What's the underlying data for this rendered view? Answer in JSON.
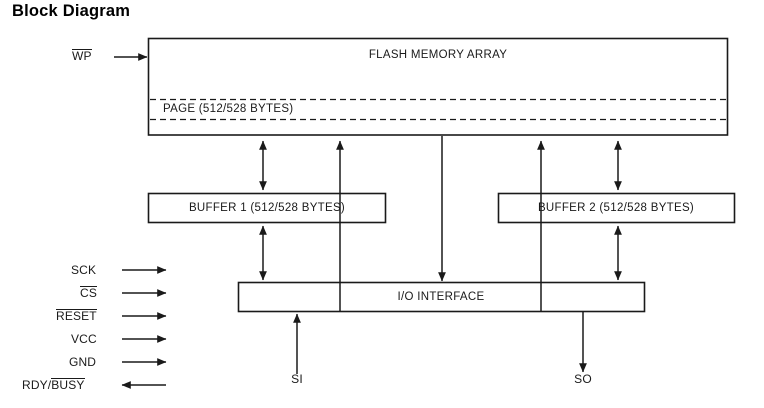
{
  "title": "Block Diagram",
  "blocks": {
    "flash_array": {
      "label": "FLASH MEMORY ARRAY",
      "page_band_label": "PAGE (512/528 BYTES)"
    },
    "buffer1": {
      "label": "BUFFER 1 (512/528 BYTES)"
    },
    "buffer2": {
      "label": "BUFFER 2 (512/528 BYTES)"
    },
    "io_interface": {
      "label": "I/O INTERFACE"
    }
  },
  "signals": {
    "top": [
      {
        "name": "wp",
        "text": "WP",
        "overline": true,
        "direction": "in"
      }
    ],
    "left": [
      {
        "name": "sck",
        "text": "SCK",
        "overline": false,
        "direction": "in"
      },
      {
        "name": "cs",
        "text": "CS",
        "overline": true,
        "direction": "in"
      },
      {
        "name": "reset",
        "text": "RESET",
        "overline": true,
        "direction": "in"
      },
      {
        "name": "vcc",
        "text": "VCC",
        "overline": false,
        "direction": "in"
      },
      {
        "name": "gnd",
        "text": "GND",
        "overline": false,
        "direction": "in"
      },
      {
        "name": "rdy_busy",
        "text_plain": "RDY/",
        "text_overlined": "BUSY",
        "overline": "partial",
        "direction": "out"
      }
    ],
    "bottom": [
      {
        "name": "si",
        "text": "SI",
        "overline": false,
        "direction": "in"
      },
      {
        "name": "so",
        "text": "SO",
        "overline": false,
        "direction": "out"
      }
    ]
  },
  "colors": {
    "stroke": "#1a1a1a",
    "text": "#1a1a1a",
    "background": "#ffffff"
  }
}
